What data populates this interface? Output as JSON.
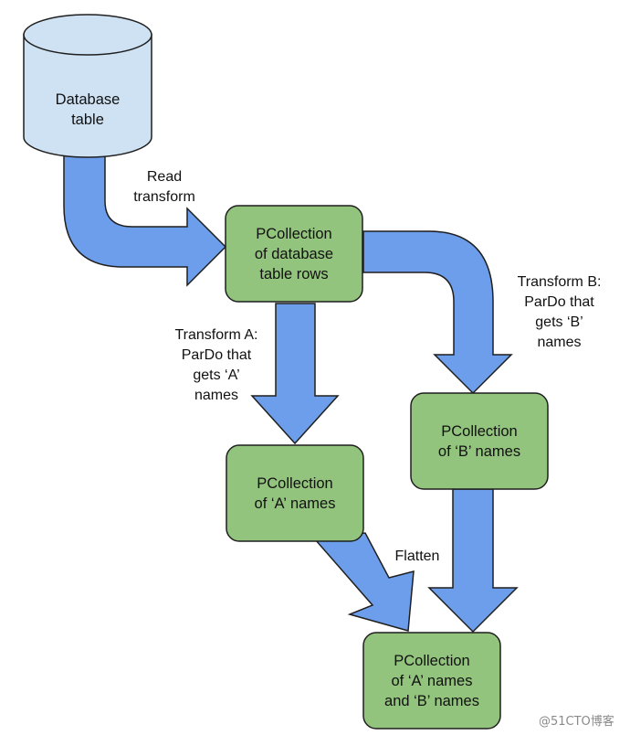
{
  "nodes": {
    "database": "Database\ntable",
    "rows": "PCollection\nof database\ntable rows",
    "a_names": "PCollection\nof ‘A’ names",
    "b_names": "PCollection\nof ‘B’ names",
    "ab_names": "PCollection\nof ‘A’ names\nand ‘B’ names"
  },
  "edges": {
    "read": "Read\ntransform",
    "transform_a": "Transform A:\nParDo that\ngets ‘A’\nnames",
    "transform_b": "Transform B:\nParDo that\ngets ‘B’\nnames",
    "flatten": "Flatten"
  },
  "watermark": "@51CTO博客",
  "colors": {
    "arrow_fill": "#6d9eeb",
    "arrow_stroke": "#1f1f1f",
    "node_fill": "#93c47d",
    "node_stroke": "#1f1f1f",
    "db_fill": "#cfe2f3"
  }
}
